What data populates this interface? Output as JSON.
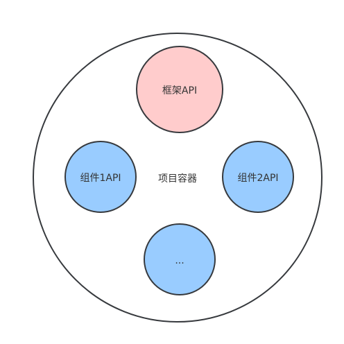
{
  "diagram": {
    "container_label": "项目容器",
    "nodes": [
      {
        "label": "框架API",
        "fill": "#ffcccc"
      },
      {
        "label": "组件1API",
        "fill": "#99ccff"
      },
      {
        "label": "组件2API",
        "fill": "#99ccff"
      },
      {
        "label": "...",
        "fill": "#99ccff"
      }
    ],
    "colors": {
      "stroke": "#36393d",
      "container_fill": "#ffffff",
      "text": "#333333"
    }
  }
}
